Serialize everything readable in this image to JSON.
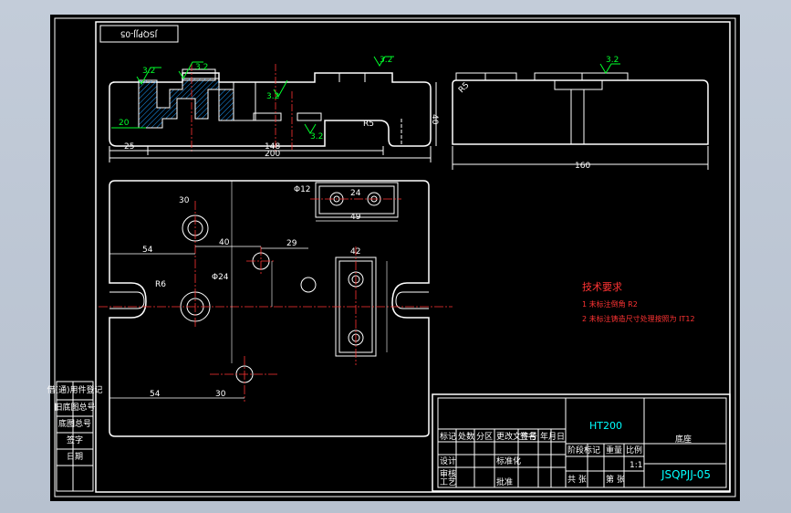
{
  "drawing": {
    "drawing_number_top": "JSQPJJ-05",
    "drawing_number": "JSQPJJ-05",
    "material": "HT200",
    "part_name": "底座",
    "scale": "1:1"
  },
  "front_view": {
    "roughness": [
      "3.2",
      "3.2",
      "3.2",
      "3.2",
      "3.2"
    ],
    "dim_20": "20",
    "dim_25": "25",
    "dim_148": "148",
    "dim_200": "200",
    "dim_40": "40",
    "dim_r5": "R5"
  },
  "side_view": {
    "roughness": "3.2",
    "dim_160": "160",
    "dim_r5": "R5"
  },
  "top_view": {
    "dim_54a": "54",
    "dim_54b": "54",
    "dim_40": "40",
    "dim_30a": "30",
    "dim_30b": "30",
    "dim_29": "29",
    "dim_49": "49",
    "dim_24": "24",
    "dim_42": "42",
    "dim_r6": "R6",
    "dim_phi": "Φ24",
    "dim_phi2": "Φ12"
  },
  "tech_req": {
    "title": "技术要求",
    "line1": "1  未标注倒角 R2",
    "line2": "2  未标注铸造尺寸处理按照为 IT12"
  },
  "title_block": {
    "labels": [
      "标记",
      "处数",
      "分区",
      "更改文件号",
      "签名",
      "年月日"
    ],
    "row2": [
      "设计",
      "标准化",
      "阶段标记",
      "重量",
      "比例"
    ],
    "row3": [
      "审核",
      "工艺",
      "批准",
      "共 张",
      "第 张"
    ]
  },
  "left_strip": [
    "借(通)用件登记",
    "旧底图总号",
    "底图总号",
    "签字",
    "日期"
  ]
}
